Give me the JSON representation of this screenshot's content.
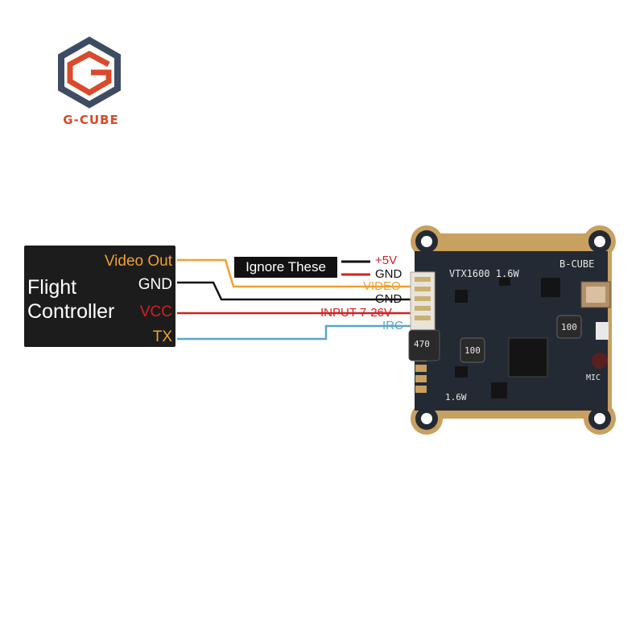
{
  "brand": {
    "name": "G-CUBE",
    "color_primary": "#d94a2c",
    "color_secondary": "#3d4c63"
  },
  "flight_controller": {
    "title_line1": "Flight",
    "title_line2": "Controller",
    "pins": {
      "video_out": "Video Out",
      "gnd": "GND",
      "vcc": "VCC",
      "tx": "TX"
    }
  },
  "note": {
    "ignore": "Ignore These"
  },
  "vtx_pins": {
    "plus5v": "+5V",
    "gnd_top": "GND",
    "video": "VIDEO",
    "gnd": "GND",
    "input": "INPUT 7-26V",
    "irc": "IRC"
  },
  "wire_colors": {
    "video": "#f0a030",
    "gnd": "#111111",
    "power": "#d42020",
    "signal": "#5aa6c8"
  },
  "pcb": {
    "model": "VTX1600 1.6W",
    "brand": "B-CUBE",
    "power": "1.6W",
    "mic": "MIC",
    "inductor_large": "470",
    "inductor_small_1": "100",
    "inductor_small_2": "100"
  }
}
